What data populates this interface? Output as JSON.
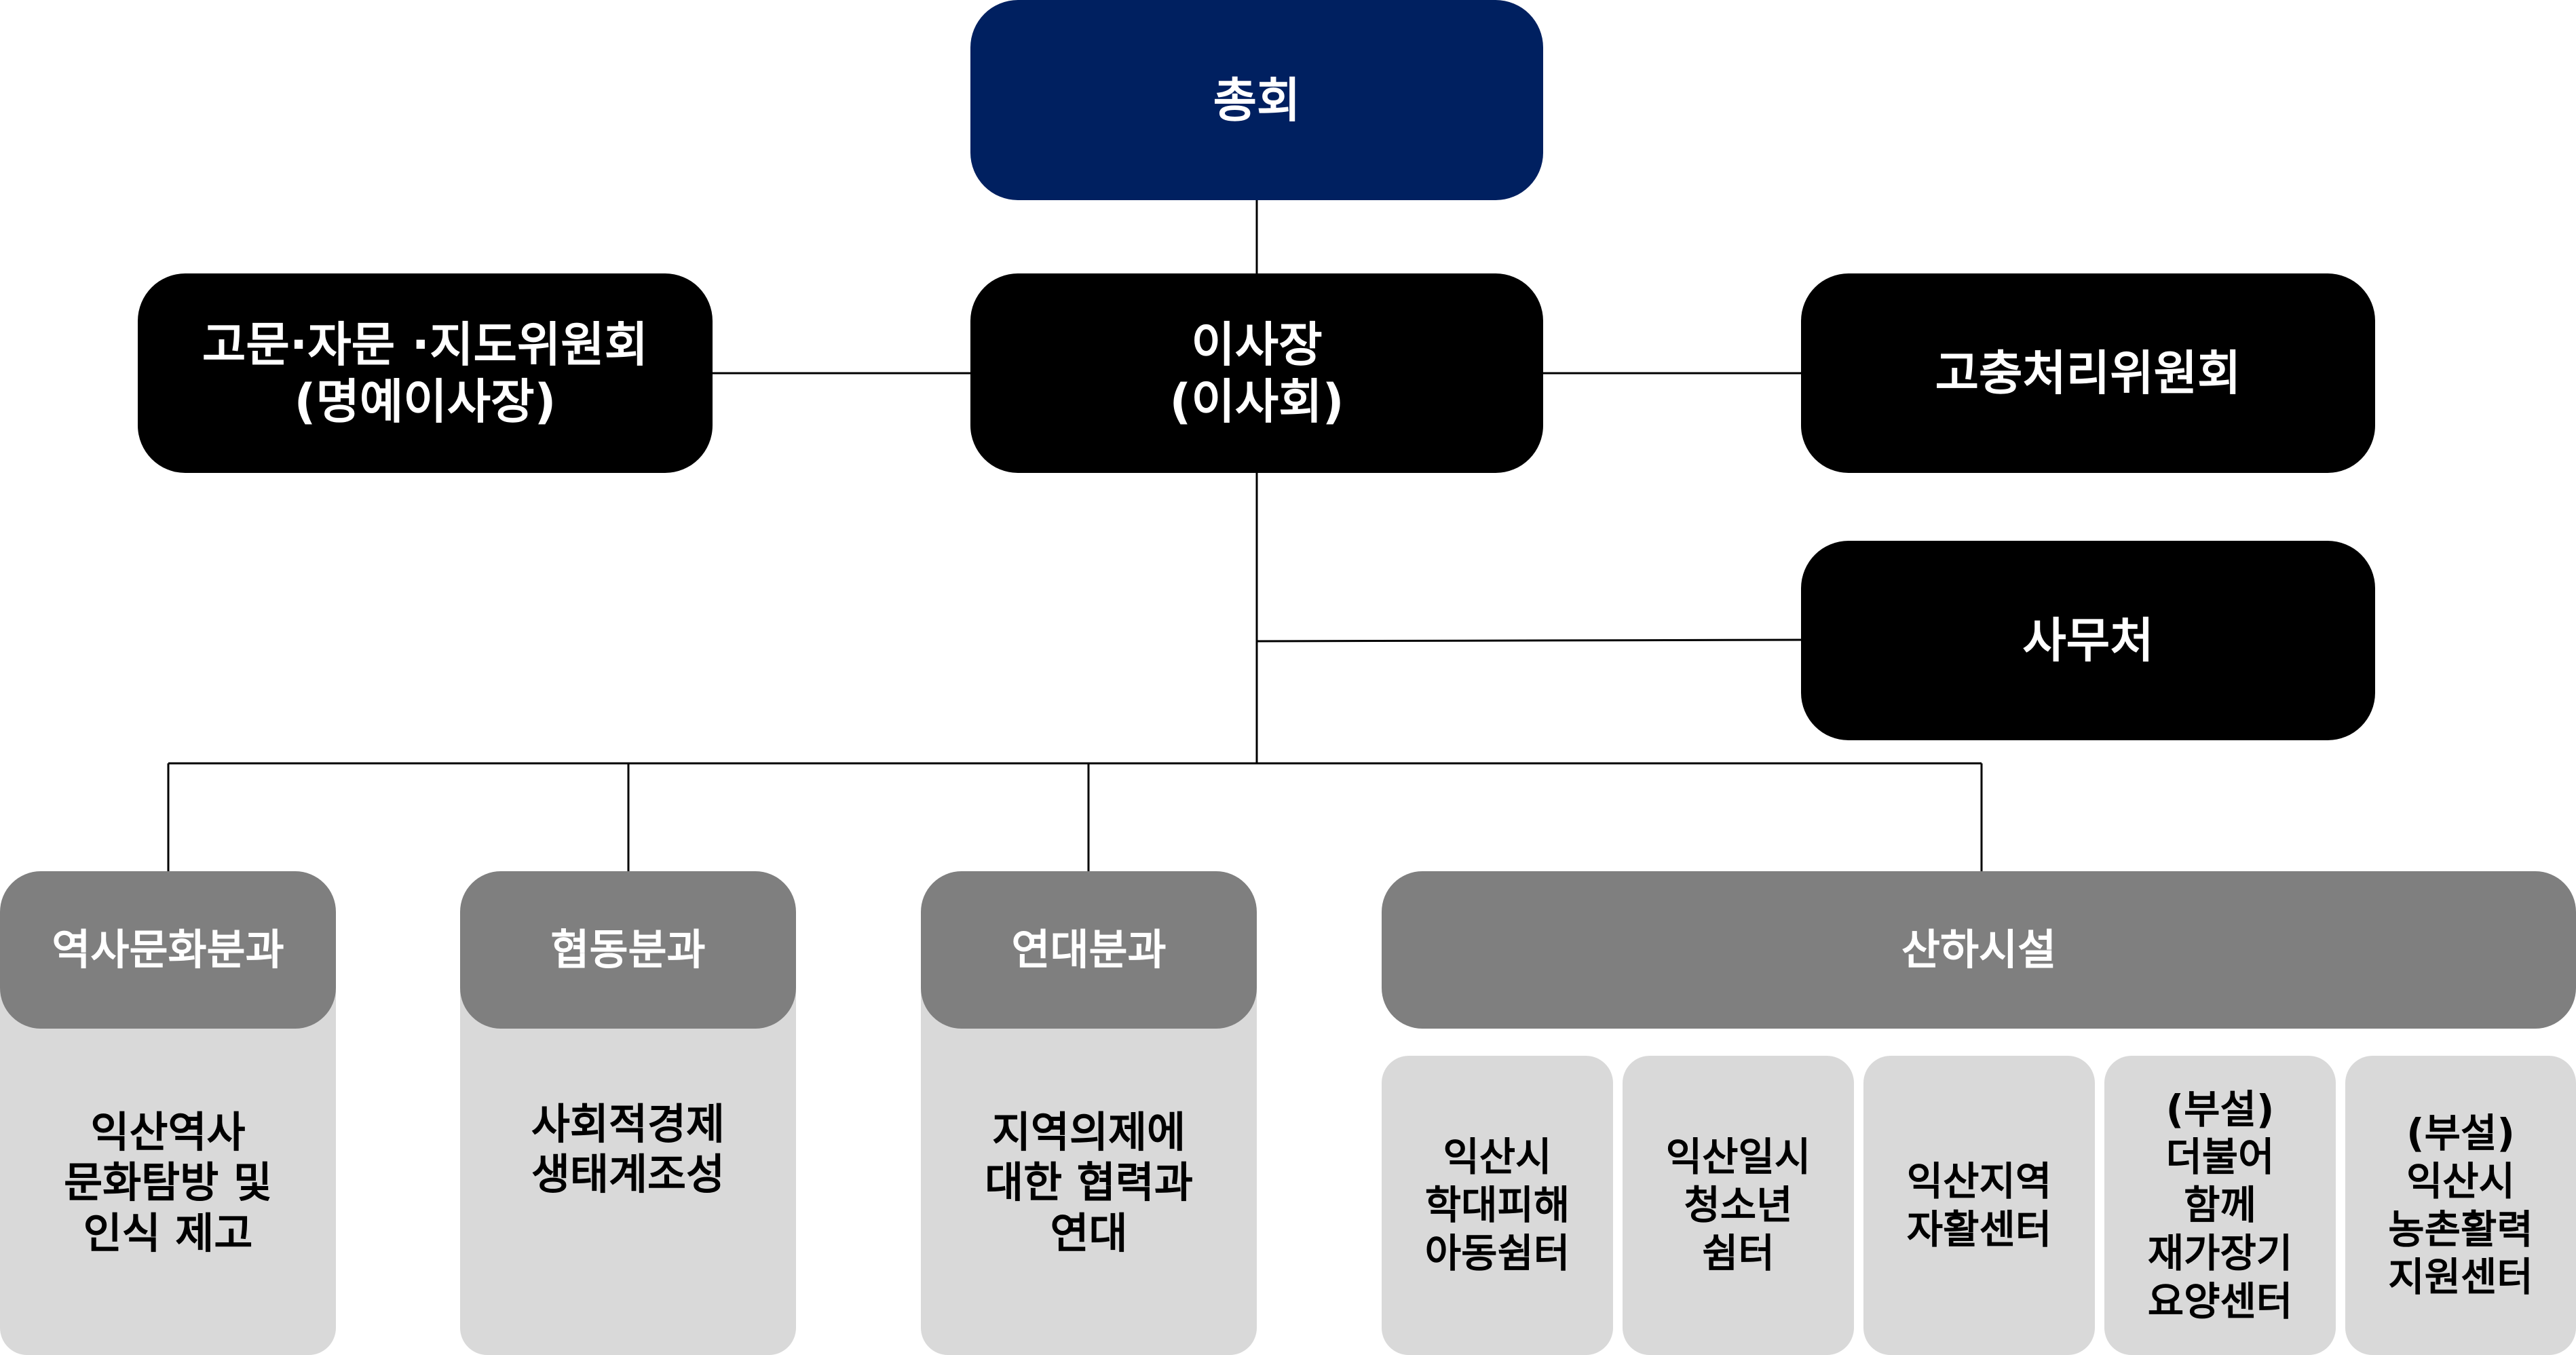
{
  "top": {
    "general_assembly": "총회"
  },
  "middle": {
    "advisory": "고문·자문 ·지도위원회\n(명예이사장)",
    "chairman": "이사장\n(이사회)",
    "grievance": "고충처리위원회",
    "secretariat": "사무처"
  },
  "divisions": [
    {
      "name": "역사문화분과",
      "desc": "익산역사\n문화탐방 및\n인식 제고"
    },
    {
      "name": "협동분과",
      "desc": "사회적경제\n생태계조성"
    },
    {
      "name": "연대분과",
      "desc": "지역의제에\n대한 협력과\n연대"
    }
  ],
  "affiliates": {
    "title": "산하시설",
    "items": [
      "익산시\n학대피해\n아동쉼터",
      "익산일시\n청소년\n쉼터",
      "익산지역\n자활센터",
      "(부설)\n더불어\n함께\n재가장기\n요양센터",
      "(부설)\n익산시\n농촌활력\n지원센터"
    ]
  },
  "colors": {
    "top_box": "#002060",
    "middle_box": "#000000",
    "division_header": "#7f7f7f",
    "division_body": "#d9d9d9",
    "connector": "#000000"
  }
}
